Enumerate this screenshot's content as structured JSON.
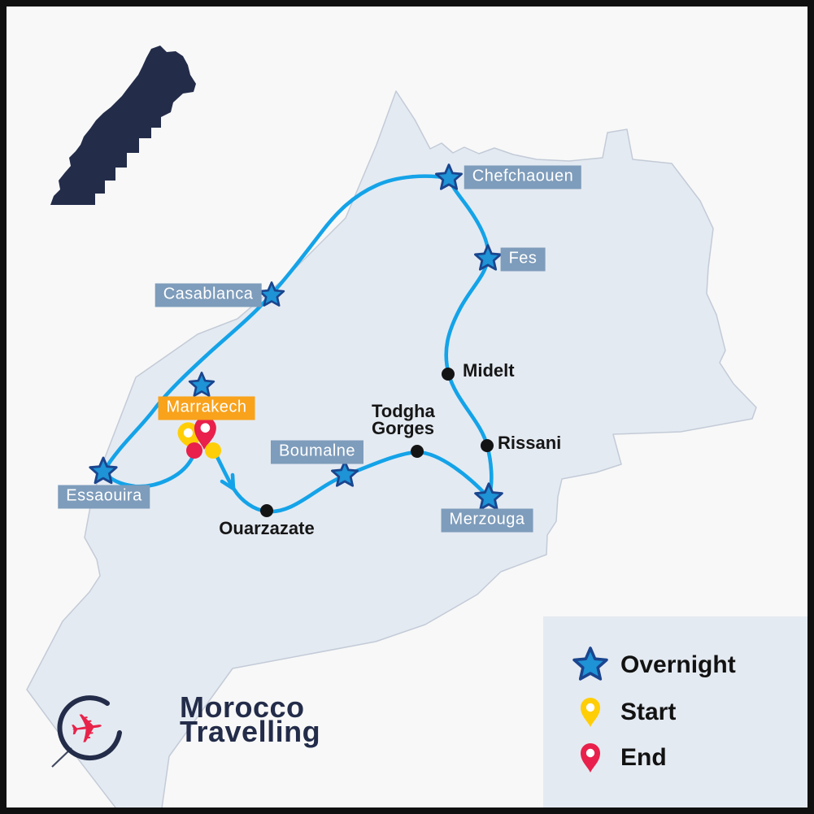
{
  "poster": {
    "subject": "Morocco travel itinerary map"
  },
  "logo": {
    "line1": "Morocco",
    "line2": "Travelling",
    "icon": "plane-icon"
  },
  "legend": {
    "items": [
      {
        "icon": "overnight-star",
        "label": "Overnight"
      },
      {
        "icon": "start-pin",
        "label": "Start"
      },
      {
        "icon": "end-pin",
        "label": "End"
      }
    ]
  },
  "cities": {
    "chefchaouen": {
      "name": "Chefchaouen",
      "marker": "overnight-star",
      "label_style": "slate"
    },
    "fes": {
      "name": "Fes",
      "marker": "overnight-star",
      "label_style": "slate"
    },
    "casablanca": {
      "name": "Casablanca",
      "marker": "overnight-star",
      "label_style": "slate"
    },
    "marrakech": {
      "name": "Marrakech",
      "marker": "overnight-star-start-end-pins",
      "label_style": "orange"
    },
    "essaouira": {
      "name": "Essaouira",
      "marker": "overnight-star",
      "label_style": "slate"
    },
    "boumalne": {
      "name": "Boumalne",
      "marker": "overnight-star",
      "label_style": "slate"
    },
    "merzouga": {
      "name": "Merzouga",
      "marker": "overnight-star",
      "label_style": "slate"
    },
    "midelt": {
      "name": "Midelt",
      "marker": "waypoint-dot",
      "label_style": "plain"
    },
    "rissani": {
      "name": "Rissani",
      "marker": "waypoint-dot",
      "label_style": "plain"
    },
    "ouarzazate": {
      "name": "Ouarzazate",
      "marker": "waypoint-dot",
      "label_style": "plain"
    },
    "todgha_gorges": {
      "name": "Todgha Gorges",
      "lines": [
        "Todgha",
        "Gorges"
      ],
      "marker": "waypoint-dot",
      "label_style": "plain"
    }
  },
  "route": {
    "direction_hint": "arrow from Marrakech toward Ouarzazate",
    "stops_in_order": [
      "Marrakech (start)",
      "Ouarzazate",
      "Boumalne",
      "Todgha Gorges",
      "Merzouga",
      "Rissani",
      "Midelt",
      "Fes",
      "Chefchaouen",
      "Casablanca",
      "Essaouira",
      "Marrakech (end)"
    ]
  },
  "colors": {
    "page_bg": "#F8F8F8",
    "frame": "#101010",
    "land_fill": "#E4EAF2",
    "land_stroke": "#C3CBD7",
    "route_blue": "#14A3E8",
    "star_fill": "#1E93D6",
    "star_stroke": "#1A458E",
    "start_yellow": "#FFCE06",
    "end_red": "#E8204B",
    "city_label_bg": "#7E9CBB",
    "marrakech_label_bg": "#F9A21B",
    "waypoint_dot": "#141414",
    "minimap_navy": "#232C49",
    "logo_navy": "#232C49",
    "logo_plane_red": "#E8234A",
    "legend_bg": "#E4EAF1"
  }
}
